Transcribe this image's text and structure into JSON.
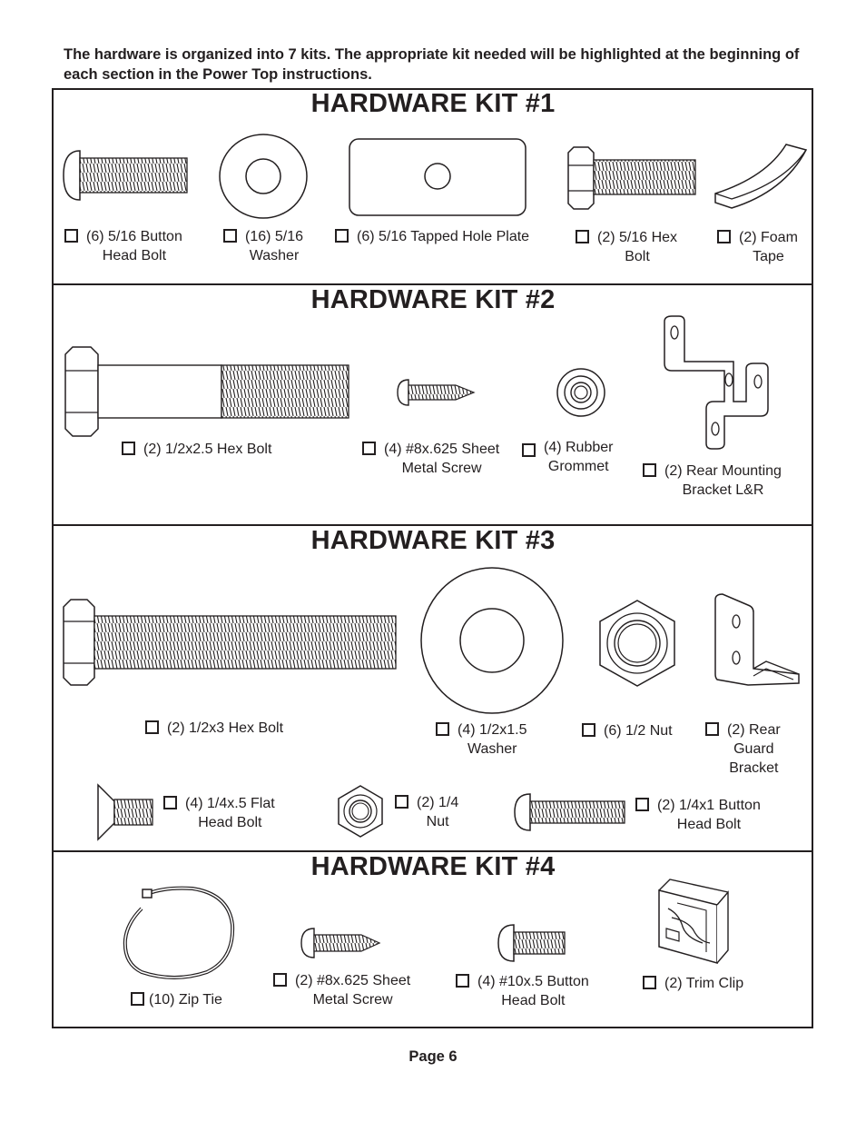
{
  "intro": "The hardware is organized into 7 kits. The appropriate kit needed will be highlighted at the beginning of each section in the Power Top instructions.",
  "kits": [
    {
      "title": "HARDWARE KIT #1",
      "items": [
        {
          "line1": "(6) 5/16 Button",
          "line2": "Head Bolt",
          "icon": "button-head-bolt-icon"
        },
        {
          "line1": "(16) 5/16",
          "line2": "Washer",
          "icon": "washer-icon"
        },
        {
          "line1": "(6) 5/16 Tapped Hole Plate",
          "line2": "",
          "icon": "tapped-plate-icon"
        },
        {
          "line1": "(2) 5/16 Hex",
          "line2": "Bolt",
          "icon": "hex-bolt-icon"
        },
        {
          "line1": "(2) Foam",
          "line2": "Tape",
          "icon": "foam-tape-icon"
        }
      ]
    },
    {
      "title": "HARDWARE KIT #2",
      "items": [
        {
          "line1": "(2) 1/2x2.5 Hex Bolt",
          "line2": "",
          "icon": "long-hex-bolt-icon"
        },
        {
          "line1": "(4) #8x.625 Sheet",
          "line2": "Metal Screw",
          "icon": "sheet-metal-screw-icon"
        },
        {
          "line1": "(4) Rubber",
          "line2": "Grommet",
          "icon": "rubber-grommet-icon"
        },
        {
          "line1": "(2) Rear Mounting",
          "line2": "Bracket L&R",
          "icon": "mounting-bracket-icon"
        }
      ]
    },
    {
      "title": "HARDWARE KIT #3",
      "items": [
        {
          "line1": "(2) 1/2x3 Hex Bolt",
          "line2": "",
          "icon": "hex-bolt-icon"
        },
        {
          "line1": "(4) 1/2x1.5",
          "line2": "Washer",
          "icon": "large-washer-icon"
        },
        {
          "line1": "(6) 1/2 Nut",
          "line2": "",
          "icon": "hex-nut-icon"
        },
        {
          "line1": "(2) Rear",
          "line2": "Guard",
          "line3": "Bracket",
          "icon": "angle-bracket-icon"
        },
        {
          "line1": "(4) 1/4x.5 Flat",
          "line2": "Head Bolt",
          "icon": "flat-head-bolt-icon"
        },
        {
          "line1": "(2) 1/4",
          "line2": "Nut",
          "icon": "small-nut-icon"
        },
        {
          "line1": "(2) 1/4x1 Button",
          "line2": "Head Bolt",
          "icon": "button-head-bolt-icon"
        }
      ]
    },
    {
      "title": "HARDWARE KIT #4",
      "items": [
        {
          "line1": "(10) Zip Tie",
          "line2": "",
          "icon": "zip-tie-icon"
        },
        {
          "line1": "(2) #8x.625 Sheet",
          "line2": "Metal Screw",
          "icon": "sheet-metal-screw-icon"
        },
        {
          "line1": "(4) #10x.5 Button",
          "line2": "Head Bolt",
          "icon": "button-head-bolt-icon"
        },
        {
          "line1": "(2) Trim Clip",
          "line2": "",
          "icon": "trim-clip-icon"
        }
      ]
    }
  ],
  "page_label": "Page 6"
}
